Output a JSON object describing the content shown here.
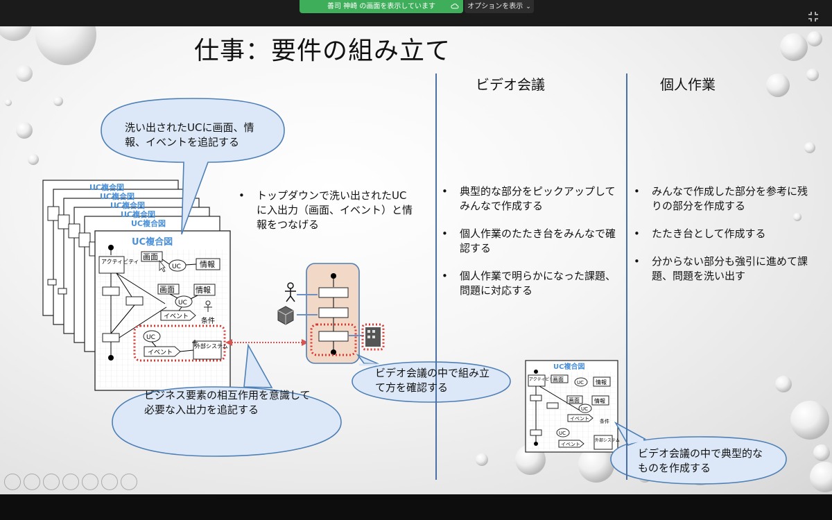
{
  "zoom": {
    "share_banner": "善司 神崎 の画面を表示しています",
    "options_label": "オプションを表示",
    "icons": [
      "cloud-icon",
      "chevron-down-icon",
      "exit-fullscreen-icon"
    ]
  },
  "slide": {
    "title": "仕事：要件の組み立て",
    "columns": [
      {
        "heading": "ビデオ会議",
        "bullets": [
          "典型的な部分をピックアップしてみんなで作成する",
          "個人作業のたたき台をみんなで確認する",
          "個人作業で明らかになった課題、問題に対応する"
        ]
      },
      {
        "heading": "個人作業",
        "bullets": [
          "みんなで作成した部分を参考に残りの部分を作成する",
          "たたき台として作成する",
          "分からない部分も強引に進めて課題、問題を洗い出す"
        ]
      }
    ],
    "center_bullet": "トップダウンで洗い出されたUCに入出力（画面、イベント）と情報をつなげる",
    "bubbles": {
      "top": "洗い出されたUCに画面、情報、イベントを追記する",
      "bottom_left": "ビジネス要素の相互作用を意識して必要な入出力を追記する",
      "center": "ビデオ会議の中で組み立て方を確認する",
      "bottom_right": "ビデオ会議の中で典型的なものを作成する"
    },
    "diagram": {
      "card_title": "UC複合図",
      "activity": "アクティビティ",
      "screen": "画面",
      "uc": "UC",
      "info": "情報",
      "event": "イベント",
      "condition": "条件",
      "external_system": "外部システム"
    }
  },
  "controls": {
    "icons": [
      "previous-icon",
      "next-icon",
      "pen-icon",
      "grid-icon",
      "zoom-icon",
      "subtitle-icon",
      "more-icon"
    ]
  }
}
